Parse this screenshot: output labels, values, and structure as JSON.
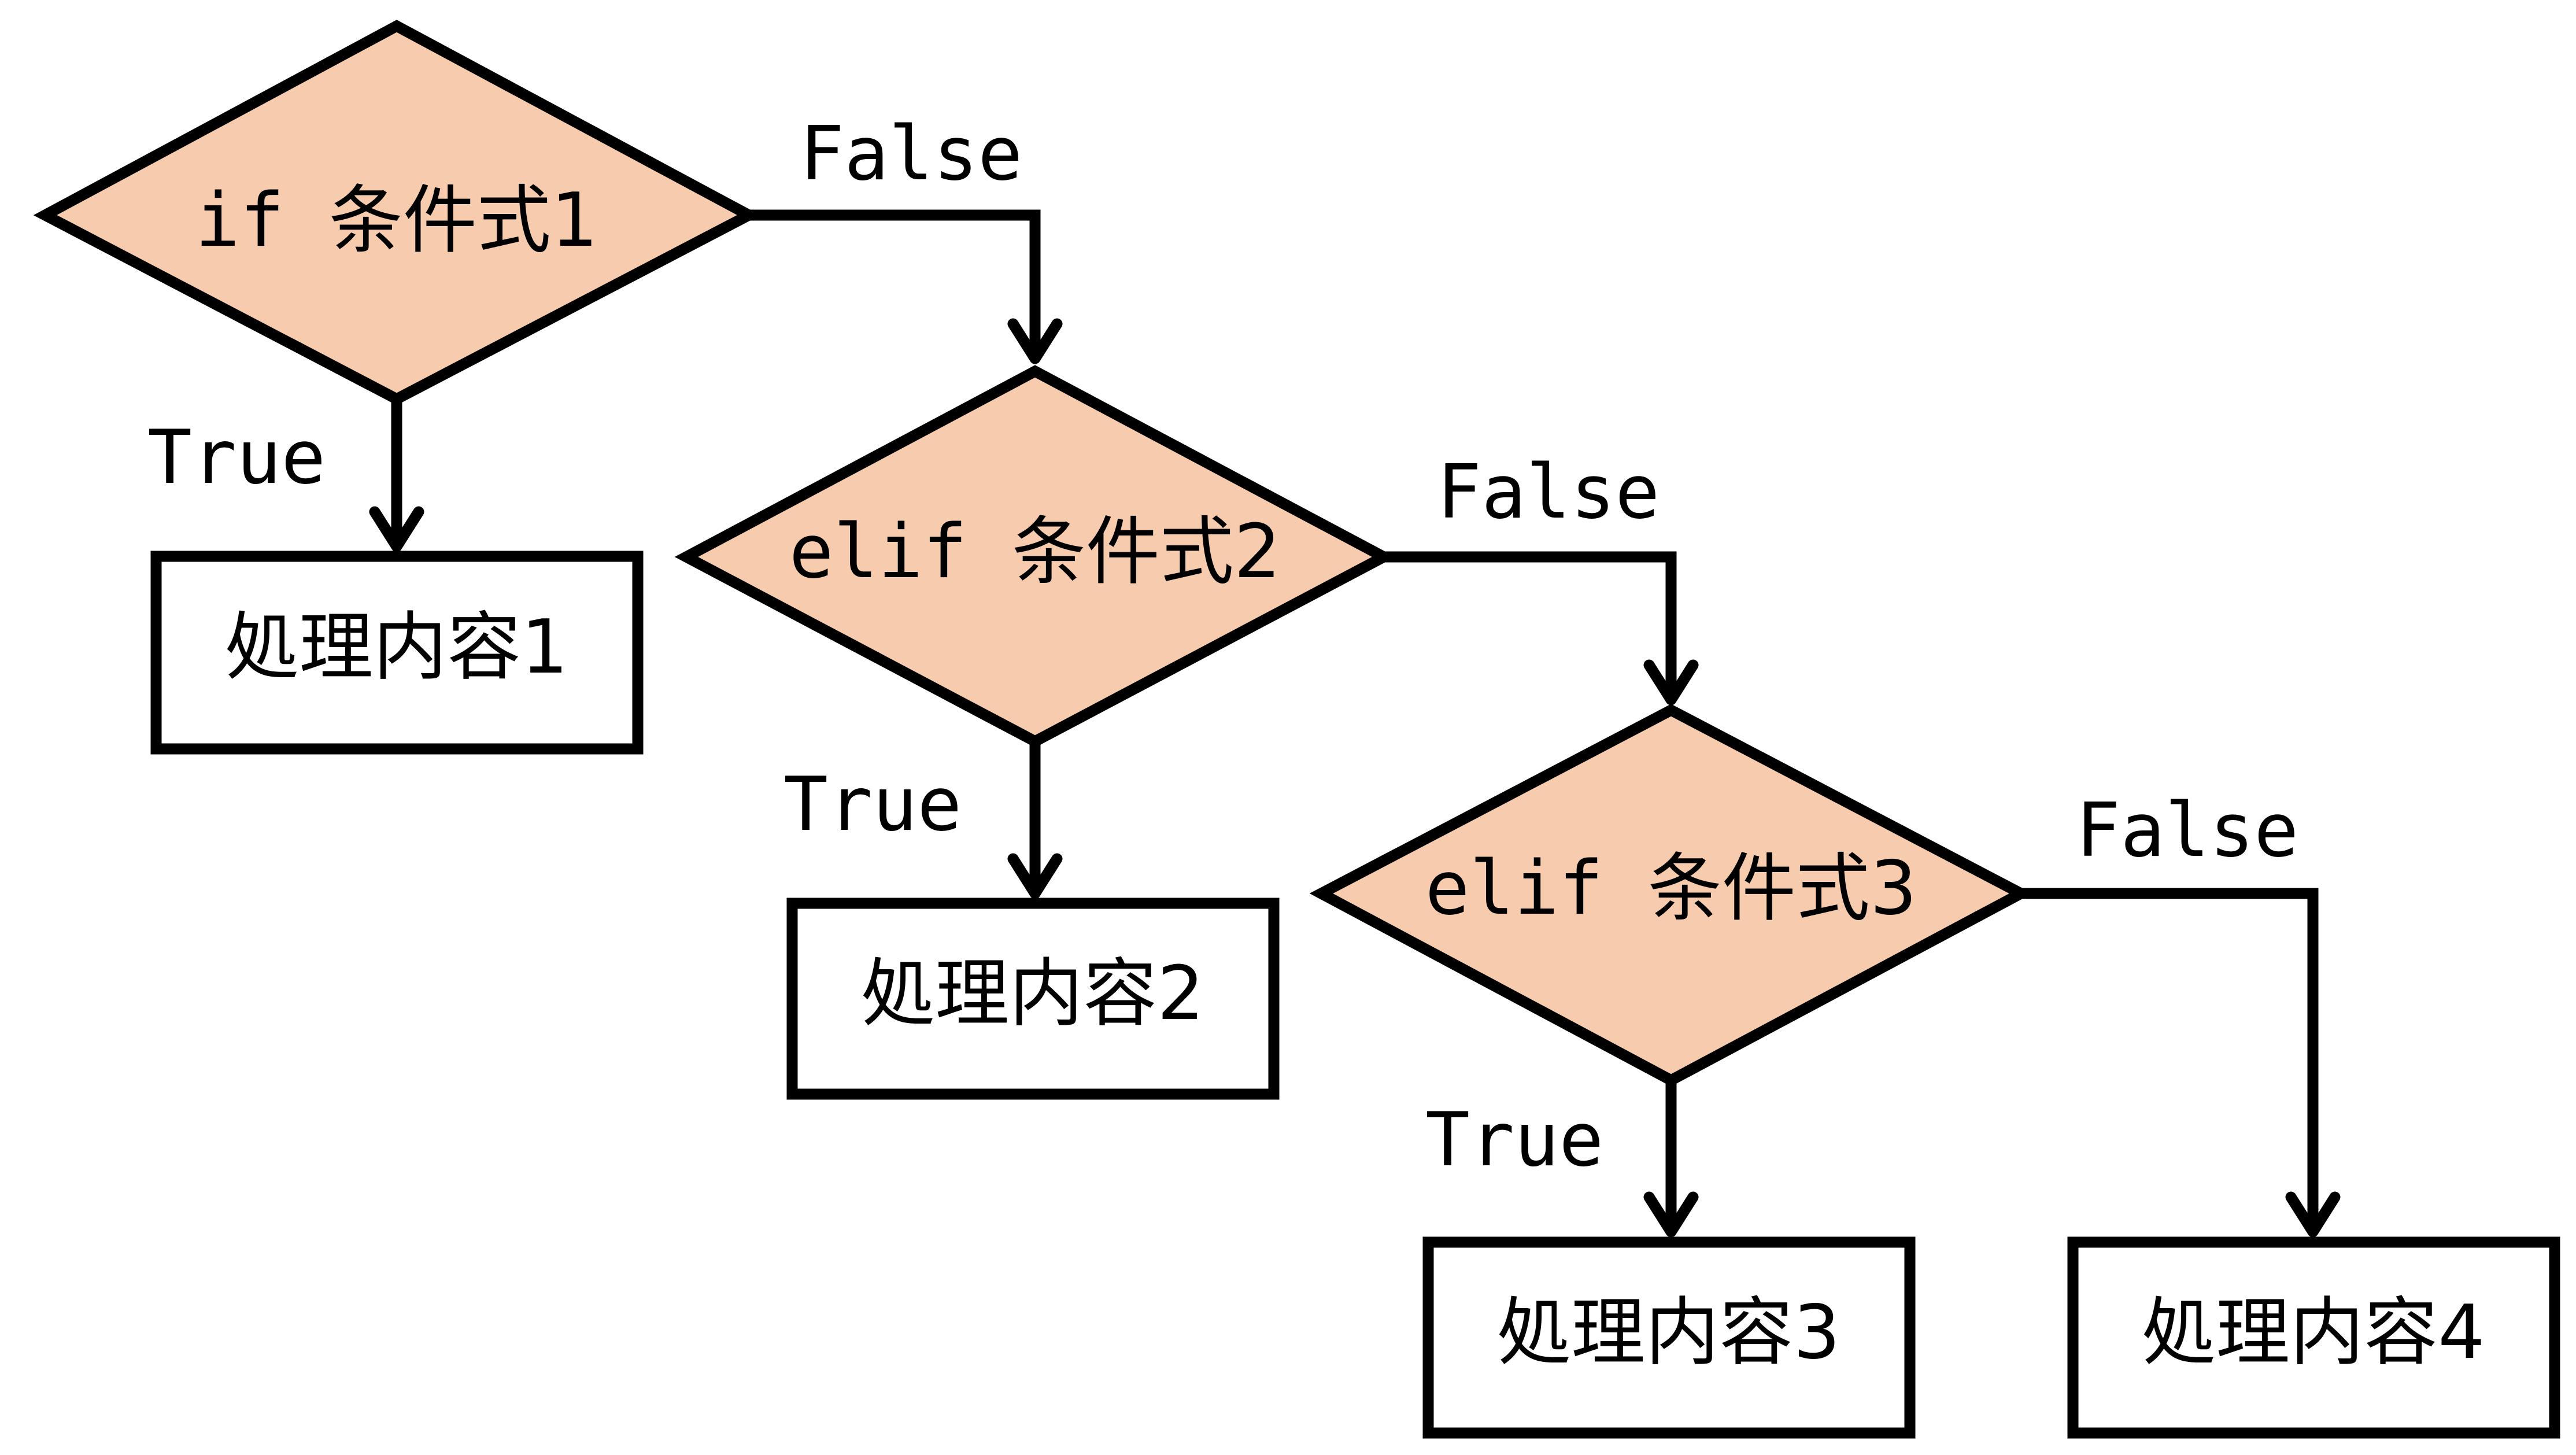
{
  "colors": {
    "decision_fill": "#F7CBAD",
    "process_fill": "#FFFFFF",
    "stroke": "#000000",
    "background": "#FFFFFF"
  },
  "decisions": [
    {
      "keyword": "if",
      "condition": "条件式1"
    },
    {
      "keyword": "elif",
      "condition": "条件式2"
    },
    {
      "keyword": "elif",
      "condition": "条件式3"
    }
  ],
  "processes": [
    {
      "label": "処理内容1"
    },
    {
      "label": "処理内容2"
    },
    {
      "label": "処理内容3"
    },
    {
      "label": "処理内容4"
    }
  ],
  "edges": {
    "true_label": "True",
    "false_label": "False"
  }
}
